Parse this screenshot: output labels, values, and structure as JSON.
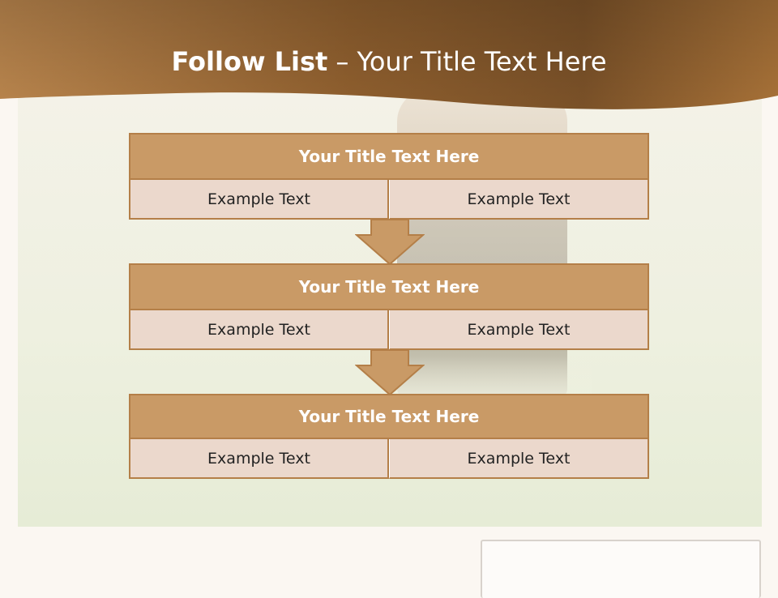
{
  "header": {
    "title_bold": "Follow List",
    "title_rest": "– Your Title Text Here"
  },
  "steps": [
    {
      "title": "Your Title Text Here",
      "left": "Example Text",
      "right": "Example Text"
    },
    {
      "title": "Your Title Text Here",
      "left": "Example Text",
      "right": "Example Text"
    },
    {
      "title": "Your Title Text Here",
      "left": "Example Text",
      "right": "Example Text"
    }
  ],
  "colors": {
    "header_dark": "#7a5128",
    "header_light": "#c48a4c",
    "block_title": "#c99a66",
    "block_cell": "#ebd8cc",
    "border": "#b47f48"
  }
}
